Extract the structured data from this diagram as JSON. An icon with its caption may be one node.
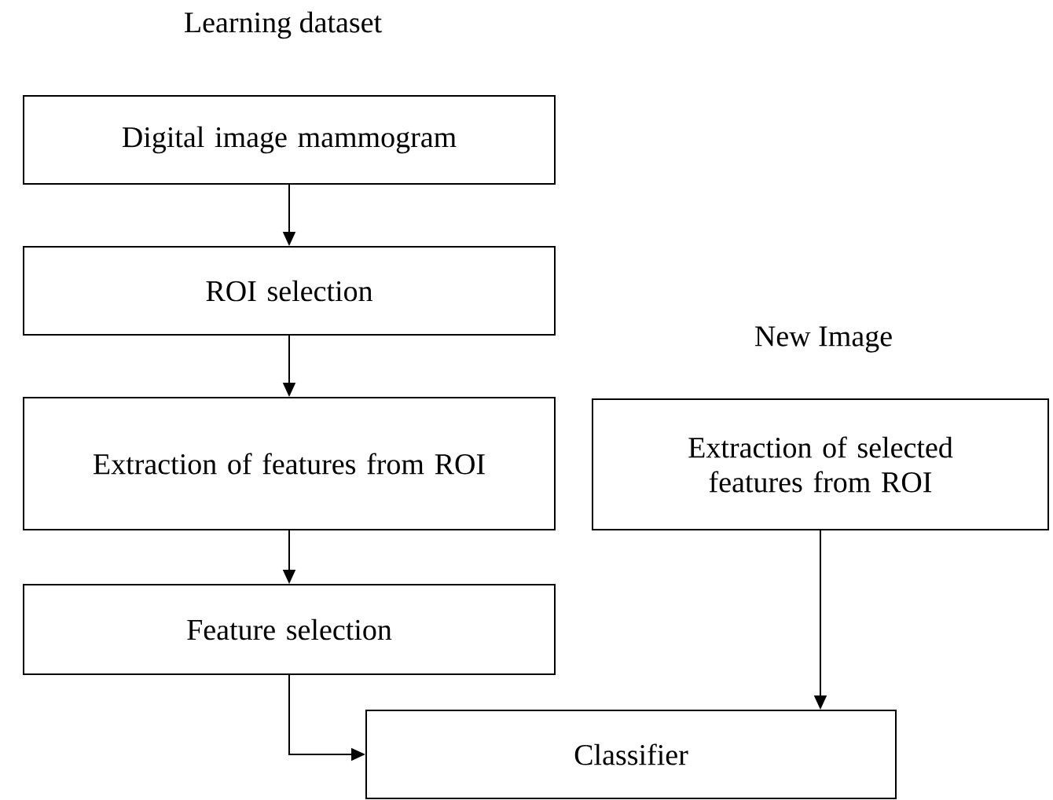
{
  "diagram": {
    "nodes": [
      {
        "text": [
          "Digital image mammogram"
        ]
      },
      {
        "text": [
          "ROI selection"
        ]
      },
      {
        "text": [
          "Extraction of features from ROI"
        ]
      },
      {
        "text": [
          "Feature selection"
        ]
      },
      {
        "text": [
          "Extraction of selected features from ROI"
        ]
      },
      {
        "text": [
          "Classifier"
        ]
      }
    ],
    "edges": [
      {
        "from": 0,
        "to": 1,
        "arrow": "to"
      },
      {
        "from": 1,
        "to": 2,
        "arrow": "to"
      },
      {
        "from": 2,
        "to": 3,
        "arrow": "to"
      },
      {
        "from": 3,
        "to": 5,
        "arrow": "to"
      },
      {
        "from": 4,
        "to": 5,
        "arrow": "to"
      }
    ],
    "labels": [
      "Learning dataset",
      "New Image"
    ]
  }
}
